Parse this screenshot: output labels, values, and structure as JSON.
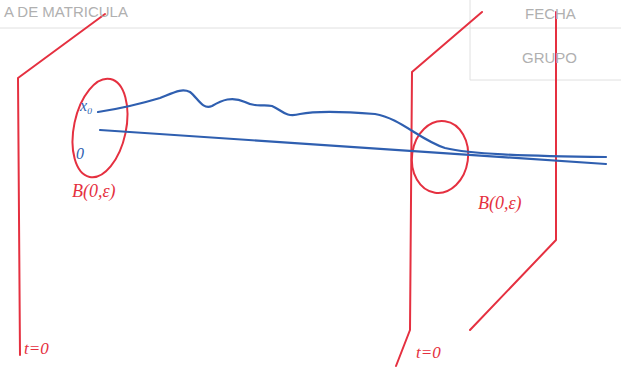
{
  "diagram": {
    "labels": [
      "A DE MATRICULA",
      "FECHA",
      "GRUPO",
      "x₀",
      "0",
      "B(0,ε)",
      "B(0,ε)",
      "t=0",
      "t=0"
    ]
  }
}
